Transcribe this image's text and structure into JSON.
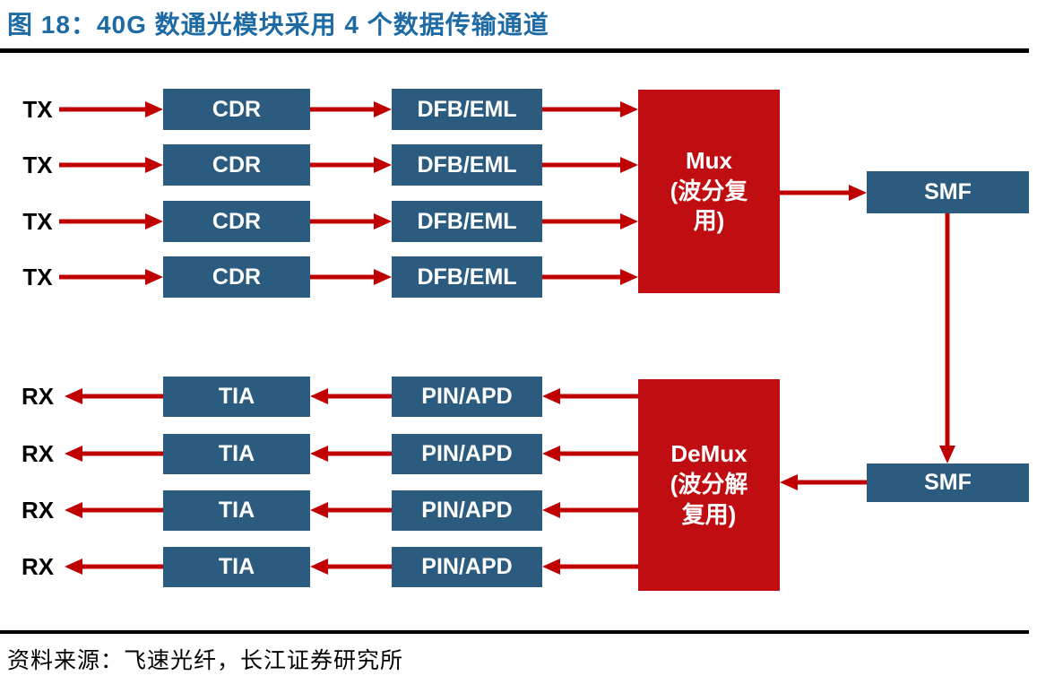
{
  "title": "图 18：40G 数通光模块采用 4 个数据传输通道",
  "source_note": "资料来源：飞速光纤，长江证券研究所",
  "colors": {
    "title_blue": "#1E6AA5",
    "component_box_blue": "#2B5B7E",
    "mux_box_red": "#C00D12",
    "arrow_red": "#C00000",
    "rule_black": "#000000"
  },
  "diagram": {
    "tx_path": {
      "channel_labels": [
        "TX",
        "TX",
        "TX",
        "TX"
      ],
      "stage1_label": "CDR",
      "stage2_label": "DFB/EML",
      "mux_title": "Mux",
      "mux_subtitle": "(波分复用)",
      "fiber_label": "SMF"
    },
    "rx_path": {
      "channel_labels": [
        "RX",
        "RX",
        "RX",
        "RX"
      ],
      "stage1_label": "TIA",
      "stage2_label": "PIN/APD",
      "demux_title": "DeMux",
      "demux_subtitle": "(波分解复用)",
      "fiber_label": "SMF"
    }
  }
}
